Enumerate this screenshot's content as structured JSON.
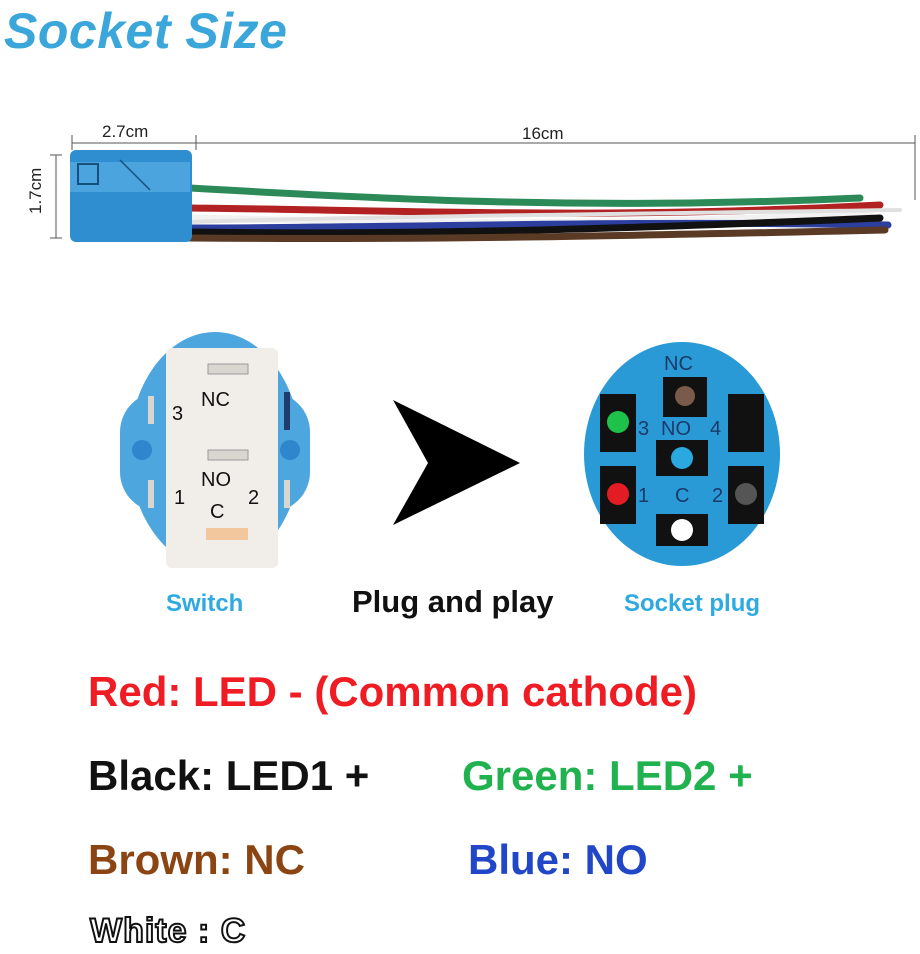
{
  "title": "Socket Size",
  "dimensions": {
    "width_a": "2.7cm",
    "width_b": "16cm",
    "height": "1.7cm"
  },
  "switch": {
    "pin_nc": "NC",
    "pin_no": "NO",
    "pin_c": "C",
    "pin_1": "1",
    "pin_2": "2",
    "pin_3": "3"
  },
  "socket": {
    "pin_nc": "NC",
    "pin_no": "NO",
    "pin_c": "C",
    "pin_1": "1",
    "pin_2": "2",
    "pin_3": "3",
    "pin_4": "4"
  },
  "captions": {
    "switch": "Switch",
    "plug": "Plug and play",
    "socket": "Socket plug"
  },
  "legend": {
    "red": "Red: LED - (Common cathode)",
    "black": "Black: LED1 +",
    "green": "Green: LED2 +",
    "brown": "Brown: NC",
    "blue": "Blue: NO",
    "white": "White : C"
  },
  "colors": {
    "title": "#3aa6da",
    "red": "#ef1c24",
    "black": "#111111",
    "green": "#20b24f",
    "brown": "#8b4513",
    "blue": "#2146c7",
    "socket_body": "#2a9ad6"
  }
}
